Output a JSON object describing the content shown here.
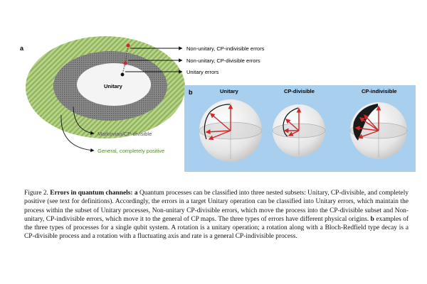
{
  "panel_a": {
    "label": "a",
    "legend": {
      "non_unitary": "Non-unitary, CP-indivisible errors",
      "cp_divisible": "Non-unitary, CP-divisible errors",
      "unitary": "Unitary errors"
    },
    "regions": {
      "inner": "Unitary",
      "middle": "Markovian/CP-divisible",
      "outer": "General, completely positive"
    },
    "colors": {
      "outer_fill": "#9bbd63",
      "outer_text": "#5a8a2a",
      "middle_fill": "#7d7d7d",
      "inner_fill": "#f4f4f4",
      "arrow_red": "#cc2a2a"
    }
  },
  "panel_b": {
    "label": "b",
    "background": "#a9cfee",
    "spheres": [
      {
        "title": "Unitary"
      },
      {
        "title": "CP-divisible"
      },
      {
        "title": "CP-indivisible"
      }
    ]
  },
  "caption": {
    "figure_label": "Figure 2.",
    "bold_title": "Errors in quantum channels:",
    "bold_a": "a",
    "text_a": "Quantum processes can be classified into three nested subsets: Unitary, CP-divisible, and completely positive (see text for definitions). Accordingly, the errors in a target Unitary operation can be classified into Unitary errors, which maintain the process within the subset of Unitary processes, Non-unitary CP-divisible errors, which move the process into the CP-divisible subset and Non-unitary, CP-indivisible errors, which move it to the general of CP maps. The three types of errors have different physical origins.",
    "bold_b": "b",
    "text_b": "examples of the three types of processes for a single qubit system. A rotation is a unitary operation; a rotation along with a Bloch-Redfield type decay is a CP-divisible process and a rotation with a fluctuating axis and rate is a general CP-indivisible process."
  }
}
